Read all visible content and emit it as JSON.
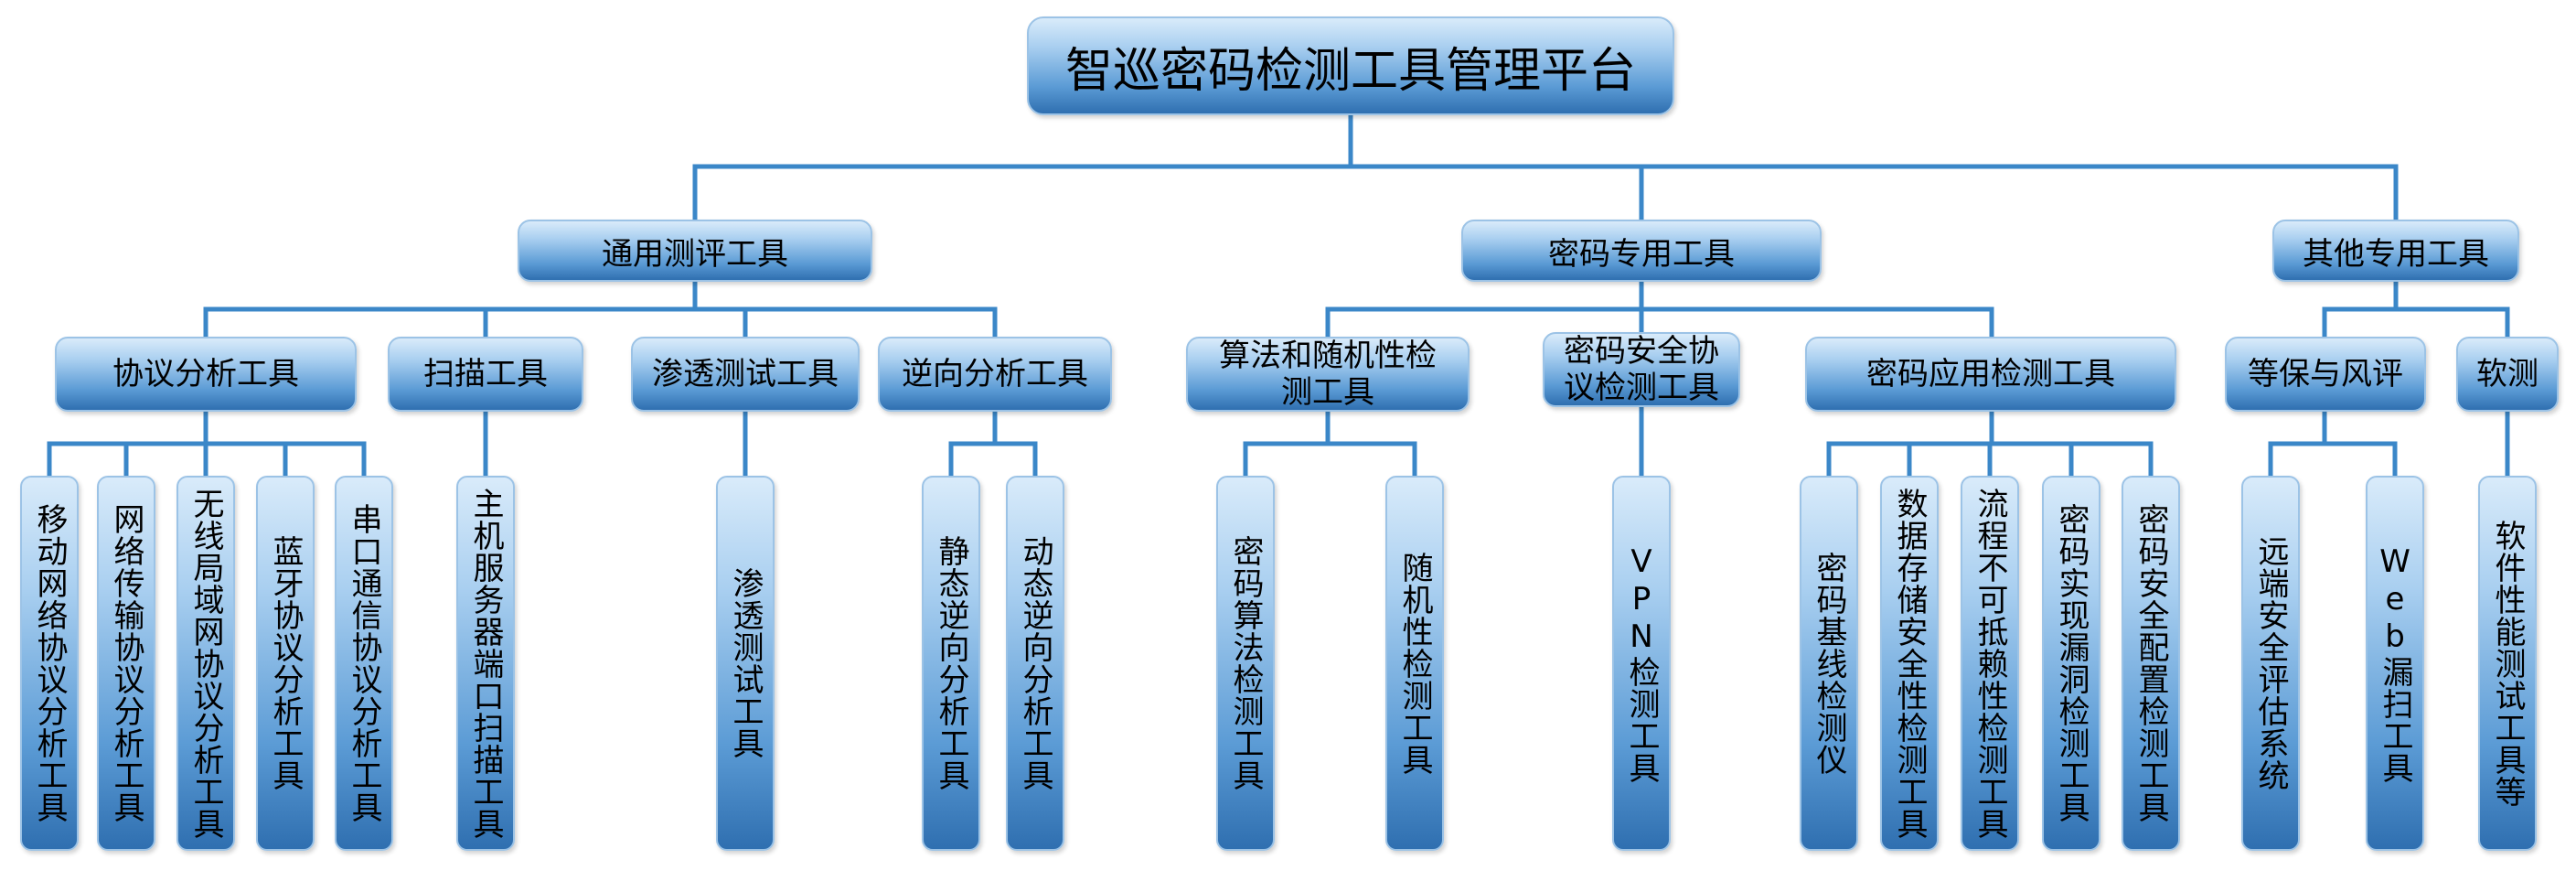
{
  "root": "智巡密码检测工具管理平台",
  "categories": [
    {
      "label": "通用测评工具"
    },
    {
      "label": "密码专用工具"
    },
    {
      "label": "其他专用工具"
    }
  ],
  "subcategories": [
    {
      "label": "协议分析工具"
    },
    {
      "label": "扫描工具"
    },
    {
      "label": "渗透测试工具"
    },
    {
      "label": "逆向分析工具"
    },
    {
      "label": "算法和随机性检测工具"
    },
    {
      "label": "密码安全协议检测工具"
    },
    {
      "label": "密码应用检测工具"
    },
    {
      "label": "等保与风评"
    },
    {
      "label": "软测"
    }
  ],
  "leaves": [
    {
      "label": "移动网络协议分析工具"
    },
    {
      "label": "网络传输协议分析工具"
    },
    {
      "label": "无线局域网协议分析工具"
    },
    {
      "label": "蓝牙协议分析工具"
    },
    {
      "label": "串口通信协议分析工具"
    },
    {
      "label": "主机服务器端口扫描工具"
    },
    {
      "label": "渗透测试工具"
    },
    {
      "label": "静态逆向分析工具"
    },
    {
      "label": "动态逆向分析工具"
    },
    {
      "label": "密码算法检测工具"
    },
    {
      "label": "随机性检测工具"
    },
    {
      "label": "VPN检测工具"
    },
    {
      "label": "密码基线检测仪"
    },
    {
      "label": "数据存储安全性检测工具"
    },
    {
      "label": "流程不可抵赖性检测工具"
    },
    {
      "label": "密码实现漏洞检测工具"
    },
    {
      "label": "密码安全配置检测工具"
    },
    {
      "label": "远端安全评估系统"
    },
    {
      "label": "Web漏扫工具"
    },
    {
      "label": "软件性能测试工具等"
    }
  ]
}
